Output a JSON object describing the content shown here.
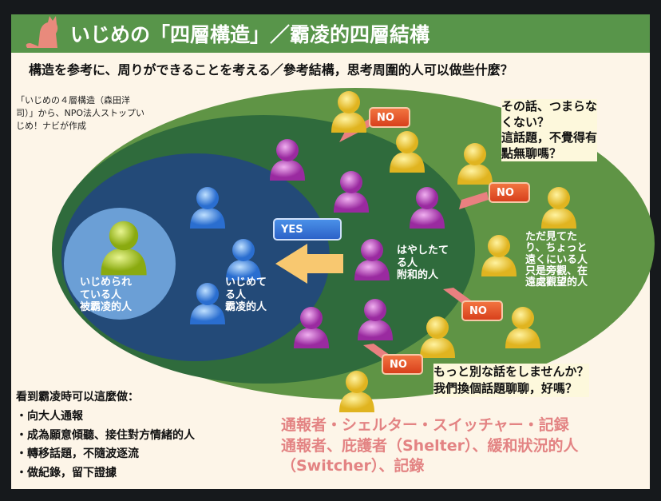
{
  "header": {
    "title": "いじめの「四層構造」／霸凌的四層結構",
    "logo_icon": "cat-icon"
  },
  "subtitle": "構造を参考に、周りができることを考える／參考結構，思考周圍的人可以做些什麼？",
  "source": [
    "「いじめの４層構造（森田洋",
    "司）」から、NPO法人ストップい",
    "じめ！ナビが作成"
  ],
  "layers": {
    "victim": [
      "いじめられ",
      "ている人",
      "被霸凌的人"
    ],
    "bully": [
      "いじめて",
      "る人",
      "霸凌的人"
    ],
    "reinforcer": [
      "はやしたて",
      "る人",
      "附和的人"
    ],
    "bystander": [
      "ただ見てた",
      "り、ちょっと",
      "遠くにいる人",
      "只是旁觀、在",
      "遠處觀望的人"
    ]
  },
  "buttons": {
    "yes": "YES",
    "no": "NO"
  },
  "quotes": {
    "top": [
      "その話、つまらな",
      "くない？",
      "這話題，不覺得有",
      "點無聊嗎？"
    ],
    "bottom": [
      "もっと別な話をしませんか？",
      "我們換個話題聊聊，好嗎？"
    ]
  },
  "actions": {
    "heading": "看到霸凌時可以這麼做：",
    "items": [
      "・向大人通報",
      "・成為願意傾聽、接住對方情緒的人",
      "・轉移話題，不隨波逐流",
      "・做紀錄，留下證據"
    ]
  },
  "roles": [
    "通報者・シェルター・スイッチャー・記録",
    "通報者、庇護者（Shelter）、緩和狀況的人",
    "（Switcher）、記錄"
  ],
  "colors": {
    "header": "#58954a",
    "outer": "#5f9445",
    "middle": "#2f6b3c",
    "bully_layer": "#234a78",
    "victim_layer": "#6b9fd6",
    "pink": "#e38383"
  }
}
